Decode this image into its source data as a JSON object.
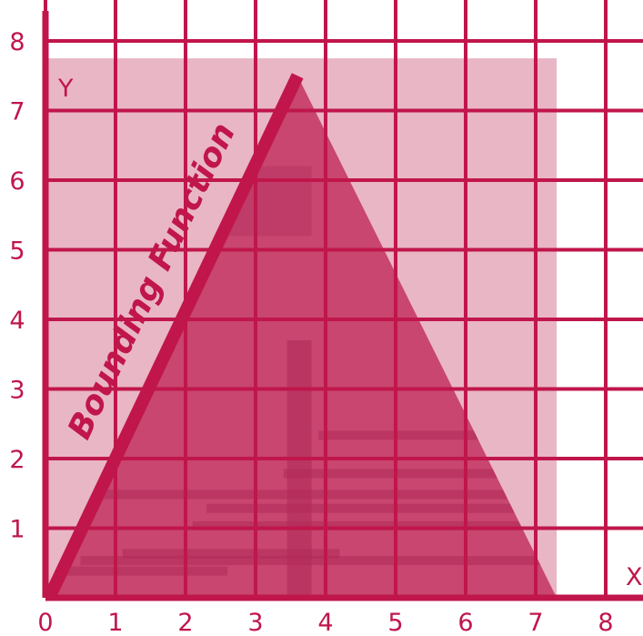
{
  "colors": {
    "primary": "#c0164b",
    "panel": "#e9b6c6",
    "building": "#c84670",
    "building_dark": "#b02a58",
    "background": "#ffffff"
  },
  "axes": {
    "x_label": "X",
    "y_label": "Y",
    "x_ticks": [
      "0",
      "1",
      "2",
      "3",
      "4",
      "5",
      "6",
      "7",
      "8"
    ],
    "y_ticks": [
      "1",
      "2",
      "3",
      "4",
      "5",
      "6",
      "7",
      "8"
    ]
  },
  "bounding_function": {
    "label": "Bounding Function",
    "from": [
      0,
      0
    ],
    "to": [
      3.6,
      7.5
    ]
  },
  "region": {
    "panel_extent": {
      "x": [
        0,
        7.3
      ],
      "y": [
        0,
        7.75
      ]
    },
    "triangle": [
      [
        0,
        0
      ],
      [
        3.6,
        7.5
      ],
      [
        7.3,
        0
      ]
    ]
  }
}
